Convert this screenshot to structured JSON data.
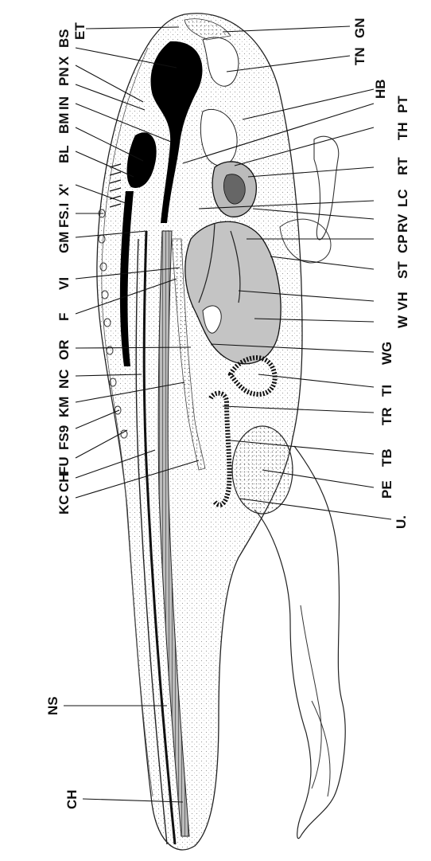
{
  "figure": {
    "labels": {
      "ET": "ET",
      "BS": "BS",
      "X": "X",
      "PN": "PN",
      "IN": "IN",
      "BM": "BM",
      "BL": "BL",
      "X2": "X'",
      "FS1": "FS.I",
      "GM": "GM",
      "VI": "VI",
      "F": "F",
      "OR": "OR",
      "NC": "NC",
      "KM": "KM",
      "FS9": "FS9",
      "FU": "FU",
      "CH": "CH",
      "KC": "KC",
      "NS": "NS",
      "CH2": "CH",
      "GN": "GN",
      "TN": "TN",
      "HB": "HB",
      "PT": "PT",
      "TH": "TH",
      "RT": "RT",
      "LC": "LC",
      "RV": "RV",
      "CP": "CP",
      "ST": "ST",
      "VH": "VH",
      "W": "W",
      "WG": "WG",
      "TI": "TI",
      "TR": "TR",
      "TB": "TB",
      "PE": "PE",
      "U": "U."
    }
  }
}
